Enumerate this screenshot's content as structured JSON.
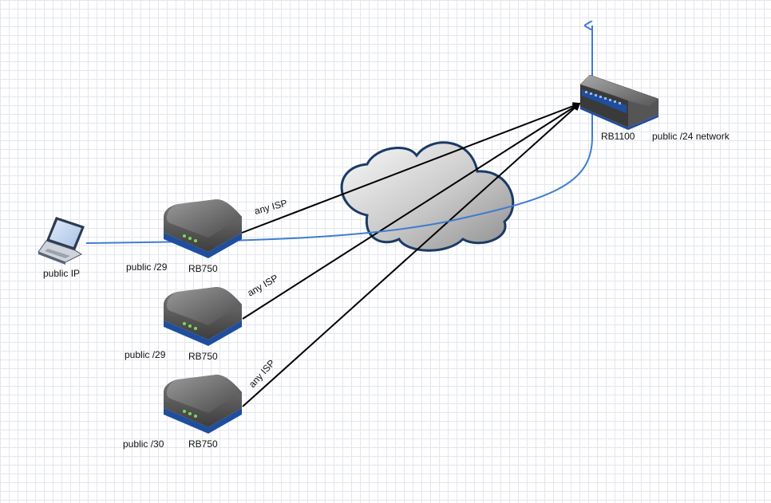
{
  "diagram": {
    "core_router": {
      "model": "RB1100",
      "network": "public /24 network"
    },
    "laptop": {
      "label": "public IP"
    },
    "routers": [
      {
        "model": "RB750",
        "subnet": "public /29",
        "link": "any ISP"
      },
      {
        "model": "RB750",
        "subnet": "public /29",
        "link": "any ISP"
      },
      {
        "model": "RB750",
        "subnet": "public /30",
        "link": "any ISP"
      }
    ]
  },
  "colors": {
    "tunnel": "#3f7cd1",
    "link": "#000000",
    "cloud_stroke": "#1a3a66",
    "router_body": "#6a6a6a",
    "router_base": "#1f4e9e"
  }
}
